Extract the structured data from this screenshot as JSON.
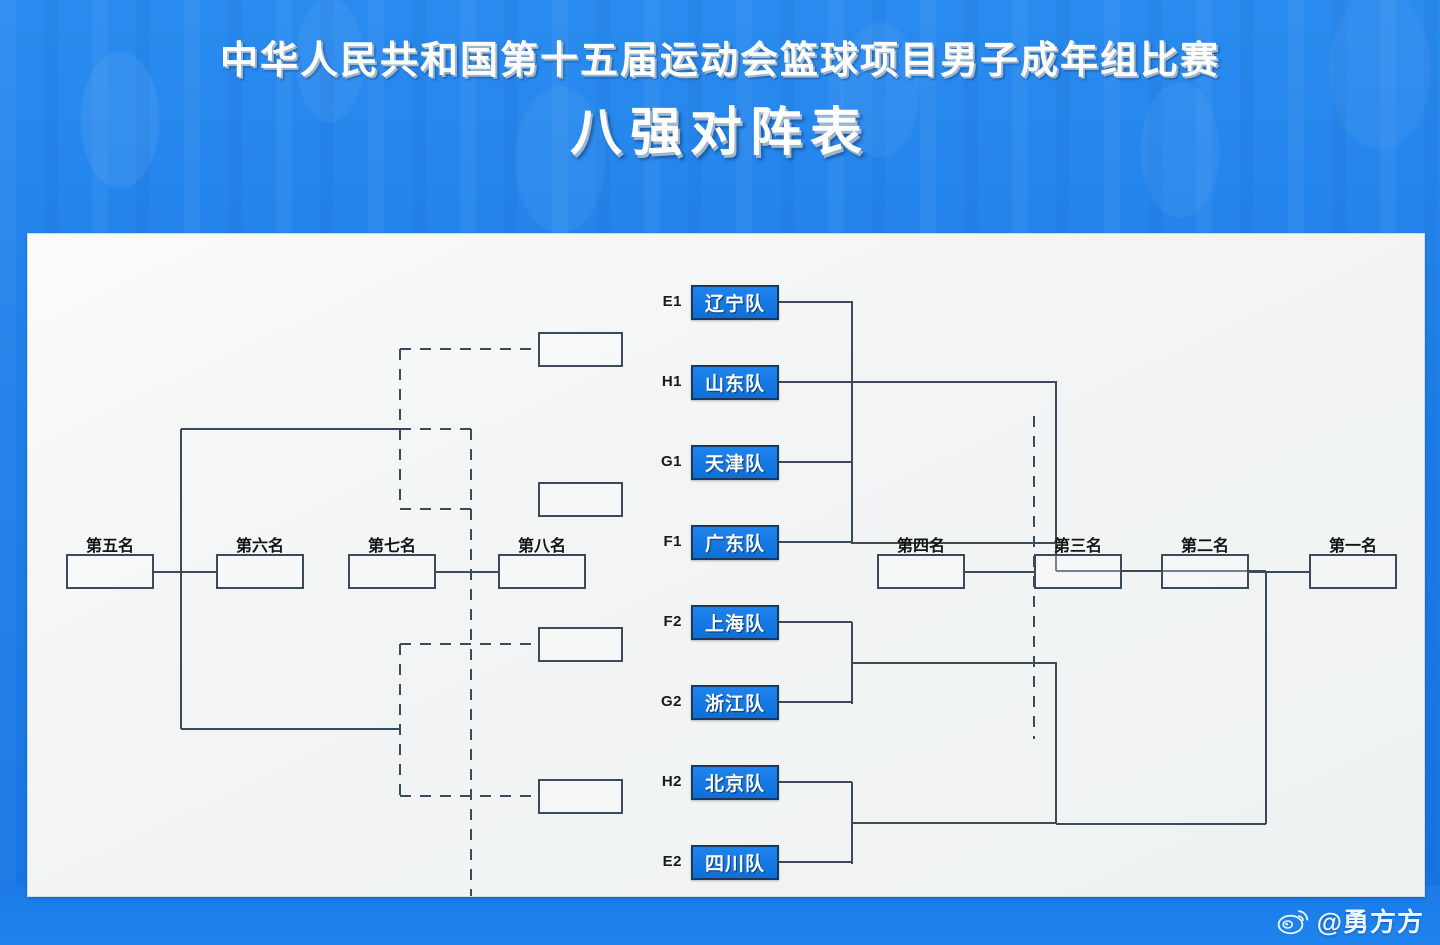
{
  "header": {
    "title_main": "中华人民共和国第十五届运动会篮球项目男子成年组比赛",
    "title_sub": "八强对阵表"
  },
  "bracket": {
    "teams": [
      {
        "seed": "E1",
        "name": "辽宁队"
      },
      {
        "seed": "H1",
        "name": "山东队"
      },
      {
        "seed": "G1",
        "name": "天津队"
      },
      {
        "seed": "F1",
        "name": "广东队"
      },
      {
        "seed": "F2",
        "name": "上海队"
      },
      {
        "seed": "G2",
        "name": "浙江队"
      },
      {
        "seed": "H2",
        "name": "北京队"
      },
      {
        "seed": "E2",
        "name": "四川队"
      }
    ],
    "rank_labels": {
      "fifth": "第五名",
      "sixth": "第六名",
      "seventh": "第七名",
      "eighth": "第八名",
      "fourth": "第四名",
      "third": "第三名",
      "second": "第二名",
      "first": "第一名"
    },
    "colors": {
      "panel_bg": "#eef2f1",
      "line": "#3c4a5e",
      "team_fill": "#1478e4",
      "team_border": "#17395e",
      "team_text": "#ffffff",
      "backdrop": "#1c7fe8"
    }
  },
  "watermark": {
    "handle": "@勇方方",
    "logo": "weibo-icon"
  }
}
